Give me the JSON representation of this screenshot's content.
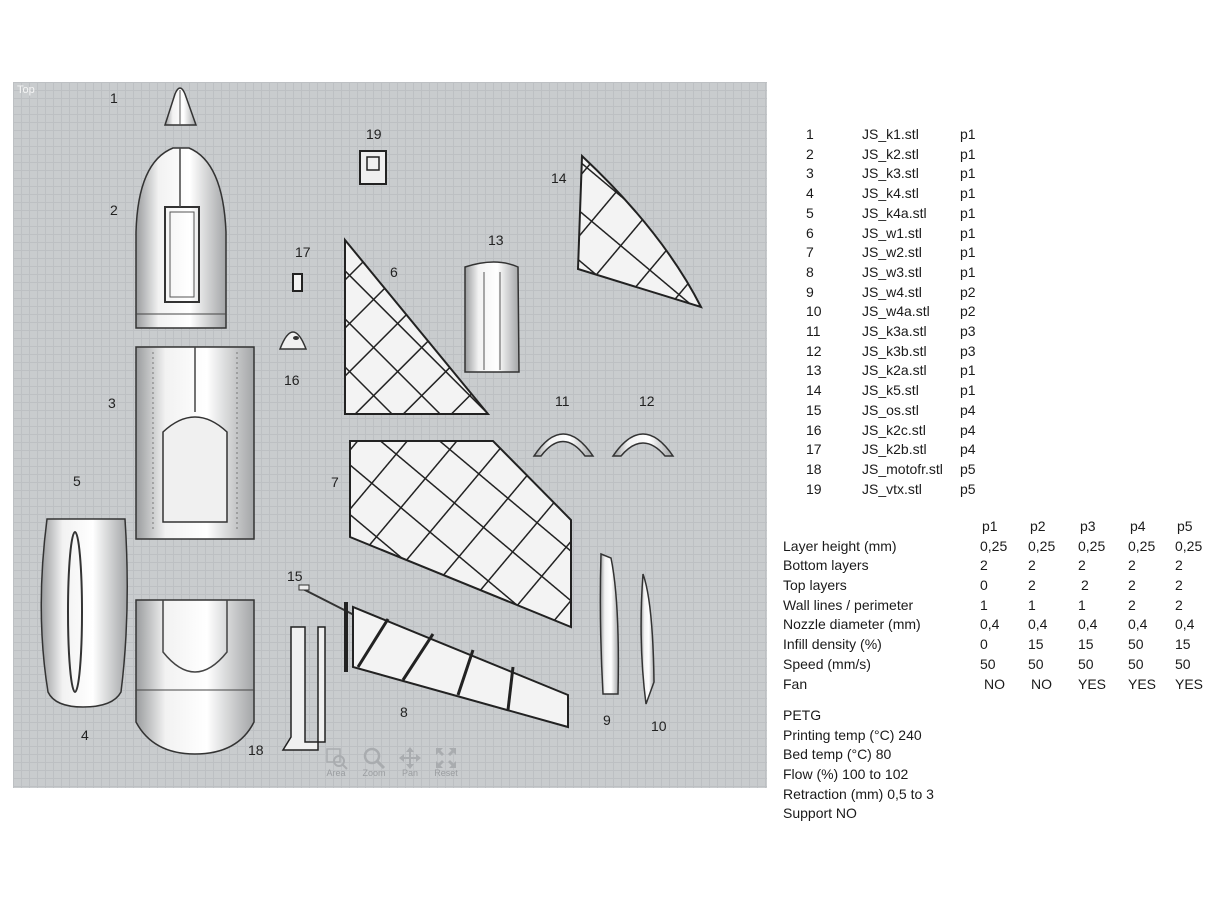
{
  "viewport": {
    "label": "Top",
    "part_numbers": [
      "1",
      "2",
      "3",
      "4",
      "5",
      "6",
      "7",
      "8",
      "9",
      "10",
      "11",
      "12",
      "13",
      "14",
      "15",
      "16",
      "17",
      "18",
      "19"
    ],
    "nav": [
      {
        "label": "Area",
        "icon": "area-zoom-icon"
      },
      {
        "label": "Zoom",
        "icon": "magnifier-icon"
      },
      {
        "label": "Pan",
        "icon": "pan-arrows-icon"
      },
      {
        "label": "Reset",
        "icon": "reset-arrows-icon"
      }
    ]
  },
  "files": [
    {
      "num": "1",
      "file": "JS_k1.stl",
      "profile": "p1"
    },
    {
      "num": "2",
      "file": "JS_k2.stl",
      "profile": "p1"
    },
    {
      "num": "3",
      "file": "JS_k3.stl",
      "profile": "p1"
    },
    {
      "num": "4",
      "file": "JS_k4.stl",
      "profile": "p1"
    },
    {
      "num": "5",
      "file": "JS_k4a.stl",
      "profile": "p1"
    },
    {
      "num": "6",
      "file": "JS_w1.stl",
      "profile": "p1"
    },
    {
      "num": "7",
      "file": "JS_w2.stl",
      "profile": "p1"
    },
    {
      "num": "8",
      "file": "JS_w3.stl",
      "profile": "p1"
    },
    {
      "num": "9",
      "file": "JS_w4.stl",
      "profile": "p2"
    },
    {
      "num": "10",
      "file": "JS_w4a.stl",
      "profile": "p2"
    },
    {
      "num": "11",
      "file": "JS_k3a.stl",
      "profile": "p3"
    },
    {
      "num": "12",
      "file": "JS_k3b.stl",
      "profile": "p3"
    },
    {
      "num": "13",
      "file": "JS_k2a.stl",
      "profile": "p1"
    },
    {
      "num": "14",
      "file": "JS_k5.stl",
      "profile": "p1"
    },
    {
      "num": "15",
      "file": "JS_os.stl",
      "profile": "p4"
    },
    {
      "num": "16",
      "file": "JS_k2c.stl",
      "profile": "p4"
    },
    {
      "num": "17",
      "file": "JS_k2b.stl",
      "profile": "p4"
    },
    {
      "num": "18",
      "file": "JS_motofr.stl",
      "profile": "p5"
    },
    {
      "num": "19",
      "file": "JS_vtx.stl",
      "profile": "p5"
    }
  ],
  "settings": {
    "headers": [
      "p1",
      "p2",
      "p3",
      "p4",
      "p5"
    ],
    "rows": [
      {
        "label": "Layer height (mm)",
        "values": [
          "0,25",
          "0,25",
          "0,25",
          "0,25",
          "0,25"
        ]
      },
      {
        "label": "Bottom layers",
        "values": [
          "2",
          "2",
          "2",
          "2",
          "2"
        ]
      },
      {
        "label": "Top layers",
        "values": [
          "0",
          "2",
          "2",
          "2",
          "2"
        ]
      },
      {
        "label": "Wall lines / perimeter",
        "values": [
          "1",
          "1",
          "1",
          "2",
          "2"
        ]
      },
      {
        "label": "Nozzle diameter (mm)",
        "values": [
          "0,4",
          "0,4",
          "0,4",
          "0,4",
          "0,4"
        ]
      },
      {
        "label": "Infill density (%)",
        "values": [
          "0",
          "15",
          "15",
          "50",
          "15"
        ]
      },
      {
        "label": "Speed (mm/s)",
        "values": [
          "50",
          "50",
          "50",
          "50",
          "50"
        ]
      },
      {
        "label": "Fan",
        "values": [
          "NO",
          "NO",
          "YES",
          "YES",
          "YES"
        ]
      }
    ]
  },
  "notes": [
    "PETG",
    "Printing temp (°C)  240",
    "Bed temp (°C) 80",
    "Flow (%) 100 to 102",
    "Retraction (mm) 0,5 to 3",
    "Support NO"
  ]
}
